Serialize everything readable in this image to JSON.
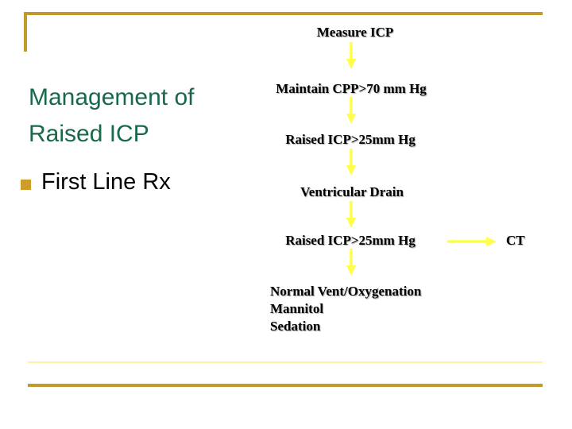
{
  "title": {
    "line1": "Management of",
    "line2": "Raised ICP"
  },
  "bullet": {
    "text": "First Line Rx"
  },
  "flowchart": {
    "nodes": {
      "measure": "Measure ICP",
      "maintain": "Maintain CPP>70 mm Hg",
      "raised1": "Raised ICP>25mm Hg",
      "ventricular": "Ventricular Drain",
      "raised2": "Raised ICP>25mm Hg",
      "ct": "CT"
    },
    "treatment_lines": [
      "Normal Vent/Oxygenation",
      "Mannitol",
      "Sedation"
    ],
    "edges": [
      {
        "from": "measure",
        "to": "maintain",
        "direction": "down"
      },
      {
        "from": "maintain",
        "to": "raised1",
        "direction": "down"
      },
      {
        "from": "raised1",
        "to": "ventricular",
        "direction": "down"
      },
      {
        "from": "ventricular",
        "to": "raised2",
        "direction": "down"
      },
      {
        "from": "raised2",
        "to": "ct",
        "direction": "right"
      },
      {
        "from": "raised2",
        "to": "treatment",
        "direction": "down"
      }
    ]
  },
  "colors": {
    "title_green": "#17694A",
    "frame_gold": "#C19A2E",
    "bullet_gold": "#CC9E28",
    "arrow_yellow": "#FFFF4A",
    "pale_yellow_line": "#FBF3A8",
    "text_black": "#000000"
  }
}
